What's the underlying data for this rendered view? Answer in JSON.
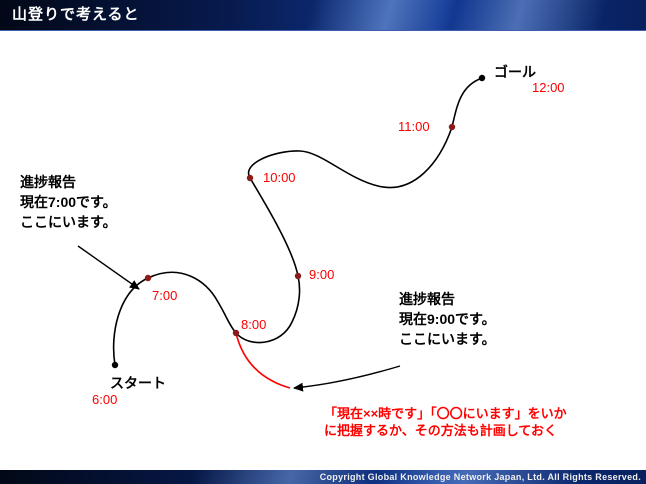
{
  "header": {
    "title": "山登りで考えると"
  },
  "footer": {
    "copyright": "Copyright  Global Knowledge Network Japan, Ltd. All Rights Reserved."
  },
  "diagram": {
    "start_label": "スタート",
    "goal_label": "ゴール",
    "times": {
      "t6": "6:00",
      "t7": "7:00",
      "t8": "8:00",
      "t9": "9:00",
      "t10": "10:00",
      "t11": "11:00",
      "t12": "12:00"
    },
    "report7": {
      "line1": "進捗報告",
      "line2": "現在7:00です。",
      "line3": "ここにいます。"
    },
    "report9": {
      "line1": "進捗報告",
      "line2": "現在9:00です。",
      "line3": "ここにいます。"
    },
    "note": {
      "line1": "「現在××時です」「〇〇にいます」をいか",
      "line2": "に把握するか、その方法も計画しておく"
    },
    "colors": {
      "path": "#000000",
      "deviation": "#ff0000",
      "time_label": "#ff0000",
      "note_text": "#ff0000",
      "waypoint_dot": "#8b1a1a",
      "endpoint_dot": "#000000",
      "header_bg_dark": "#020817",
      "header_bg_blue": "#123a96"
    }
  }
}
